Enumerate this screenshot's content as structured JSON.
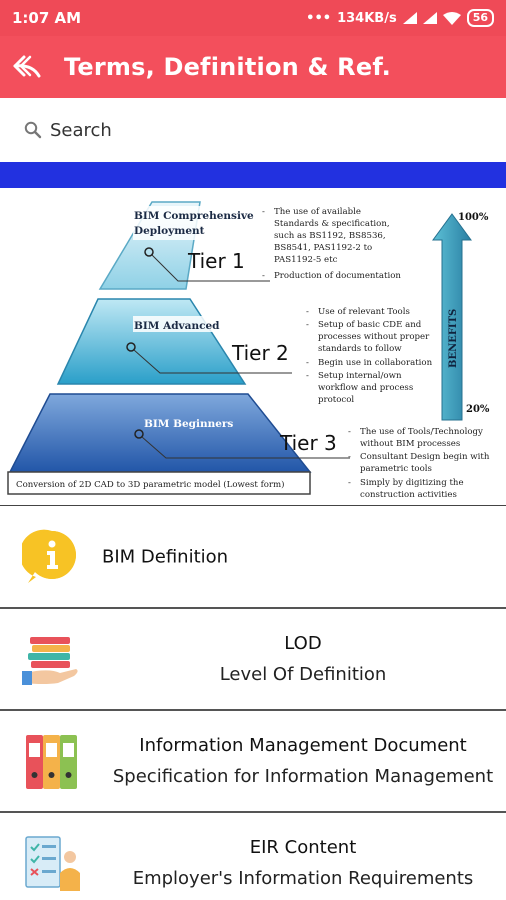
{
  "status": {
    "time": "1:07 AM",
    "dots": "•••",
    "speed": "134KB/s",
    "battery": "56"
  },
  "app_bar": {
    "title": "Terms, Definition & Ref."
  },
  "search": {
    "label": "Search"
  },
  "banner": {
    "tiers": [
      {
        "name": "BIM Comprehensive",
        "name2": "Deployment",
        "tier": "Tier 1",
        "bullets": [
          "The use of available",
          "Standards & specification,",
          "such as BS1192, BS8536,",
          "BS8541, PAS1192-2 to",
          "PAS1192-5 etc",
          "Production of documentation"
        ]
      },
      {
        "name": "BIM Advanced",
        "tier": "Tier 2",
        "bullets": [
          "Use of relevant Tools",
          "Setup of basic CDE and",
          "processes without proper",
          "standards to follow",
          "Begin use in collaboration",
          "Setup internal/own",
          "workflow and process",
          "protocol"
        ]
      },
      {
        "name": "BIM Beginners",
        "tier": "Tier 3",
        "bullets": [
          "The use of Tools/Technology",
          "without BIM processes",
          "Consultant Design begin with",
          "parametric tools",
          "Simply by digitizing the",
          "construction activities"
        ]
      }
    ],
    "base_caption": "Conversion of 2D CAD to 3D parametric model (Lowest form)",
    "arrow_label": "BENEFITS",
    "top_pct": "100%",
    "bottom_pct": "20%"
  },
  "items": [
    {
      "title": "BIM Definition",
      "icon": "info-icon"
    },
    {
      "title": "LOD",
      "subtitle": "Level Of Definition",
      "icon": "books-hand-icon"
    },
    {
      "title": "Information Management Document",
      "subtitle": "Specification for Information Management",
      "icon": "binders-icon"
    },
    {
      "title": "EIR Content",
      "subtitle": "Employer's Information Requirements",
      "icon": "checklist-person-icon"
    }
  ]
}
